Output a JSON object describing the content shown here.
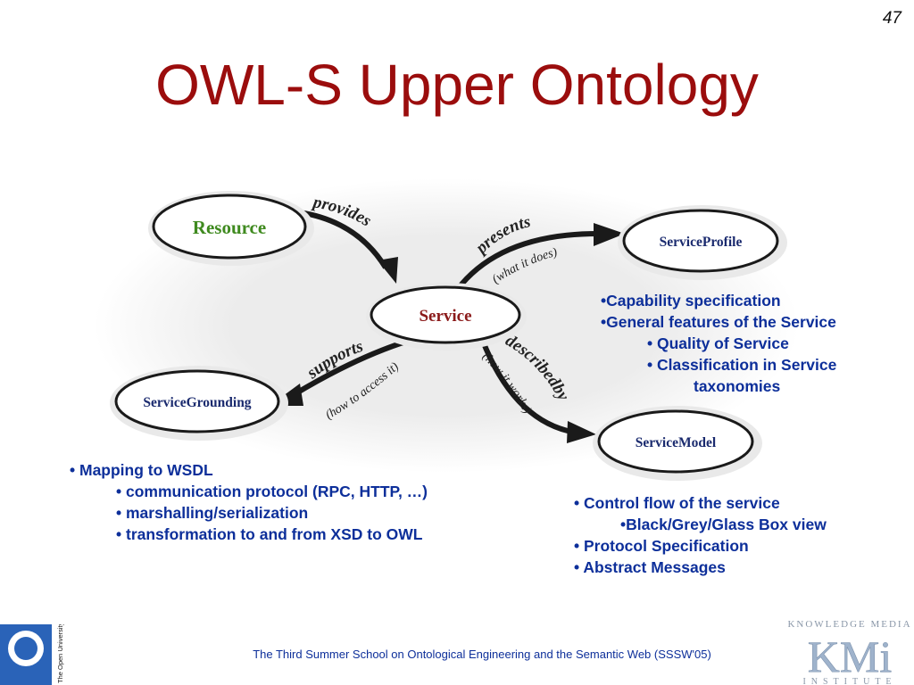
{
  "slide_number": "47",
  "title": "OWL-S Upper Ontology",
  "nodes": {
    "resource": "Resource",
    "service": "Service",
    "service_profile": "ServiceProfile",
    "service_grounding": "ServiceGrounding",
    "service_model": "ServiceModel"
  },
  "arcs": {
    "provides": "provides",
    "presents": "presents",
    "presents_note": "(what it does)",
    "supports": "supports",
    "supports_note": "(how to access it)",
    "describedby": "describedby",
    "describedby_note": "(how it works)"
  },
  "profile_notes": [
    "•Capability specification",
    "•General features of the Service",
    "• Quality of Service",
    "• Classification in Service",
    "taxonomies"
  ],
  "grounding_notes": [
    "• Mapping to WSDL",
    "• communication protocol  (RPC, HTTP, …)",
    "• marshalling/serialization",
    "• transformation to and from XSD to OWL"
  ],
  "model_notes": [
    "• Control flow of the service",
    "•Black/Grey/Glass Box view",
    "• Protocol Specification",
    "• Abstract Messages"
  ],
  "footer": "The Third Summer School on Ontological Engineering and the Semantic Web (SSSW'05)",
  "logos": {
    "open_university": "The Open University",
    "kmi_top": "KNOWLEDGE MEDIA",
    "kmi_main": "KMi",
    "kmi_bottom": "INSTITUTE"
  },
  "colors": {
    "title": "#9b0d0d",
    "notes": "#0d2f9a",
    "resource_label": "#3f8a1f",
    "service_label": "#8b1a1a",
    "node_label": "#1a2a6e"
  }
}
